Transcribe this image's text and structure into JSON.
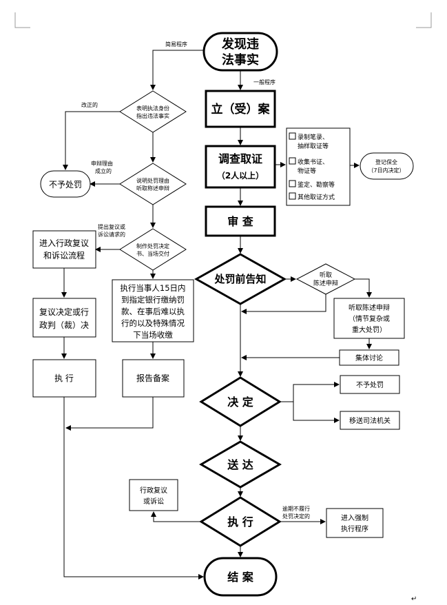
{
  "nodes": {
    "start": [
      "发现违",
      "法事实"
    ],
    "register": "立（受）案",
    "investigate": [
      "调查取证",
      "（2人以上）"
    ],
    "review": "审  查",
    "notice": "处罚前告知",
    "decide": "决  定",
    "deliver": "送  达",
    "execute": "执  行",
    "close": "结  案",
    "show_id": [
      "表明执法身份",
      "指出违法事实"
    ],
    "explain": [
      "说明处罚理由",
      "听取称述申辩"
    ],
    "make_decision": [
      "制作处罚决定",
      "书、当场交付"
    ],
    "no_penalty_left": "不予处罚",
    "admin_review_flow": [
      "进入行政复议",
      "和诉讼流程"
    ],
    "review_result": [
      "复议决定或行",
      "政判（裁）决"
    ],
    "exec_left": "执    行",
    "pay_box": [
      "执行当事人15日内",
      "到指定银行缴纳罚",
      "款、在事后难以执",
      "行的以及特殊情况",
      "下当场收缴"
    ],
    "report": "报告备案",
    "evidence": [
      "录制笔录、",
      "抽样取证等",
      "收集书证、",
      "物证等",
      "鉴定、勘察等",
      "其他取证方式"
    ],
    "preserve": [
      "登记保全",
      "（7日内决定）"
    ],
    "hear_small": [
      "听取",
      "陈述申辩"
    ],
    "hear_box": [
      "听取陈述申辩",
      "（情节复杂或",
      "重大处罚）"
    ],
    "group_discuss": "集体讨论",
    "no_penalty_right": "不予处罚",
    "transfer": "移送司法机关",
    "review_lawsuit": [
      "行政复议",
      "或诉讼"
    ],
    "enforce": [
      "进入强制",
      "执行程序"
    ]
  },
  "edge_labels": {
    "simple": "简易程序",
    "general": "一般程序",
    "corrected": [
      "改正的"
    ],
    "defense": [
      "申辩理由",
      "成立的"
    ],
    "appeal": [
      "提出复议或",
      "诉讼请求的"
    ],
    "overdue": [
      "逾期不履行",
      "处罚决定的"
    ]
  },
  "footer_mark": "↵"
}
